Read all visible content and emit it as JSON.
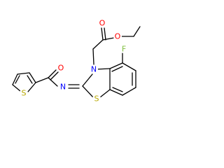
{
  "atoms": [
    {
      "id": "S_thiophene",
      "symbol": "S",
      "color": "#b8a800"
    },
    {
      "id": "O_amide",
      "symbol": "O",
      "color": "#ff0000"
    },
    {
      "id": "N_imine",
      "symbol": "N",
      "color": "#0000ff"
    },
    {
      "id": "N_ring",
      "symbol": "N",
      "color": "#0000ff"
    },
    {
      "id": "S_thiazole",
      "symbol": "S",
      "color": "#b8a800"
    },
    {
      "id": "F",
      "symbol": "F",
      "color": "#7fbf3f"
    },
    {
      "id": "O_carbonyl",
      "symbol": "O",
      "color": "#ff0000"
    },
    {
      "id": "O_ester",
      "symbol": "O",
      "color": "#ff0000"
    }
  ],
  "bond_color": "#000000",
  "background_color": "#ffffff"
}
